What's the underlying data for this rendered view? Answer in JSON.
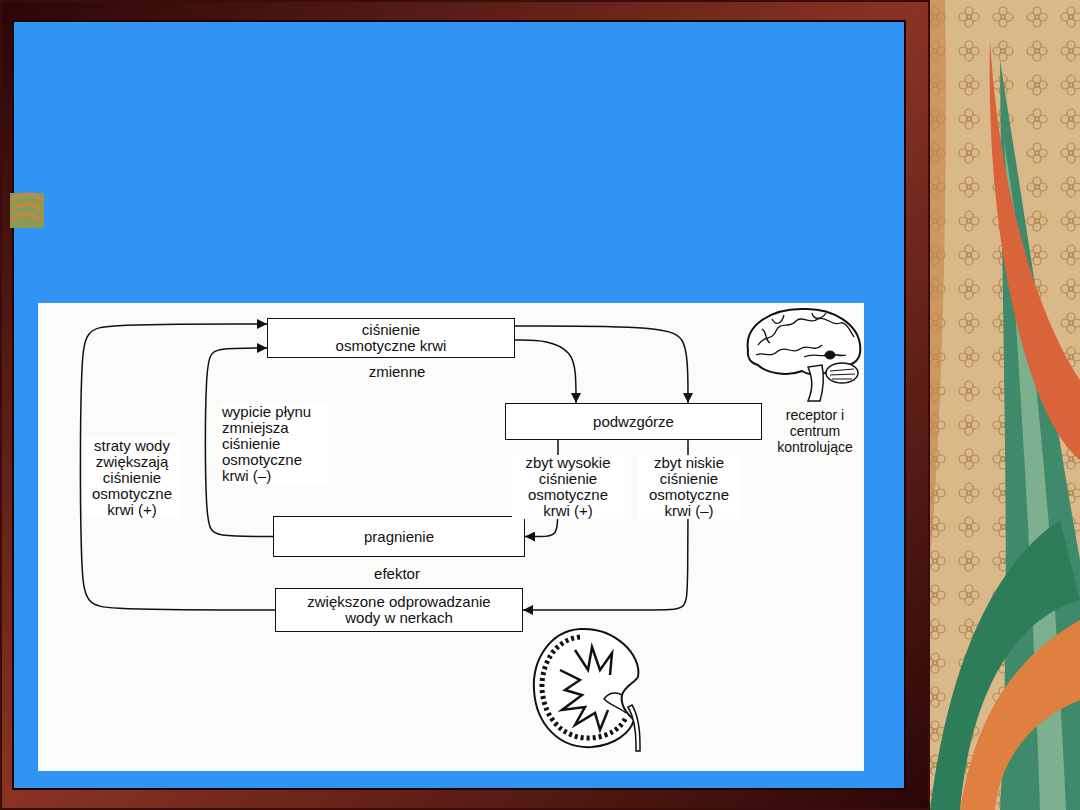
{
  "diagram": {
    "nodes": [
      {
        "text": [
          "ciśnienie osmotyczne krwi"
        ]
      },
      {
        "text": [
          "podwzgórze"
        ]
      },
      {
        "text": [
          "pragnienie"
        ]
      },
      {
        "text": [
          "zwiększone odprowadzanie wody w nerkach"
        ]
      }
    ],
    "edges": [
      {
        "from": 0,
        "to": 1,
        "arrow": "to"
      },
      {
        "from": 0,
        "to": 1,
        "arrow": "to"
      },
      {
        "from": 1,
        "to": 2,
        "label": "zbyt wysokie ciśnienie osmotyczne krwi (+)",
        "arrow": "to"
      },
      {
        "from": 1,
        "to": 3,
        "label": "zbyt niskie ciśnienie osmotyczne krwi (–)",
        "arrow": "to"
      },
      {
        "from": 2,
        "to": 0,
        "label": "wypicie płynu zmniejsza ciśnienie osmotyczne krwi (–)",
        "arrow": "to"
      },
      {
        "from": 3,
        "to": 0,
        "label": "straty wody zwiększają ciśnienie osmotyczne krwi (+)",
        "arrow": "to"
      }
    ],
    "labels": [
      "zmienne",
      "receptor i centrum kontrolujące",
      "efektor"
    ]
  }
}
